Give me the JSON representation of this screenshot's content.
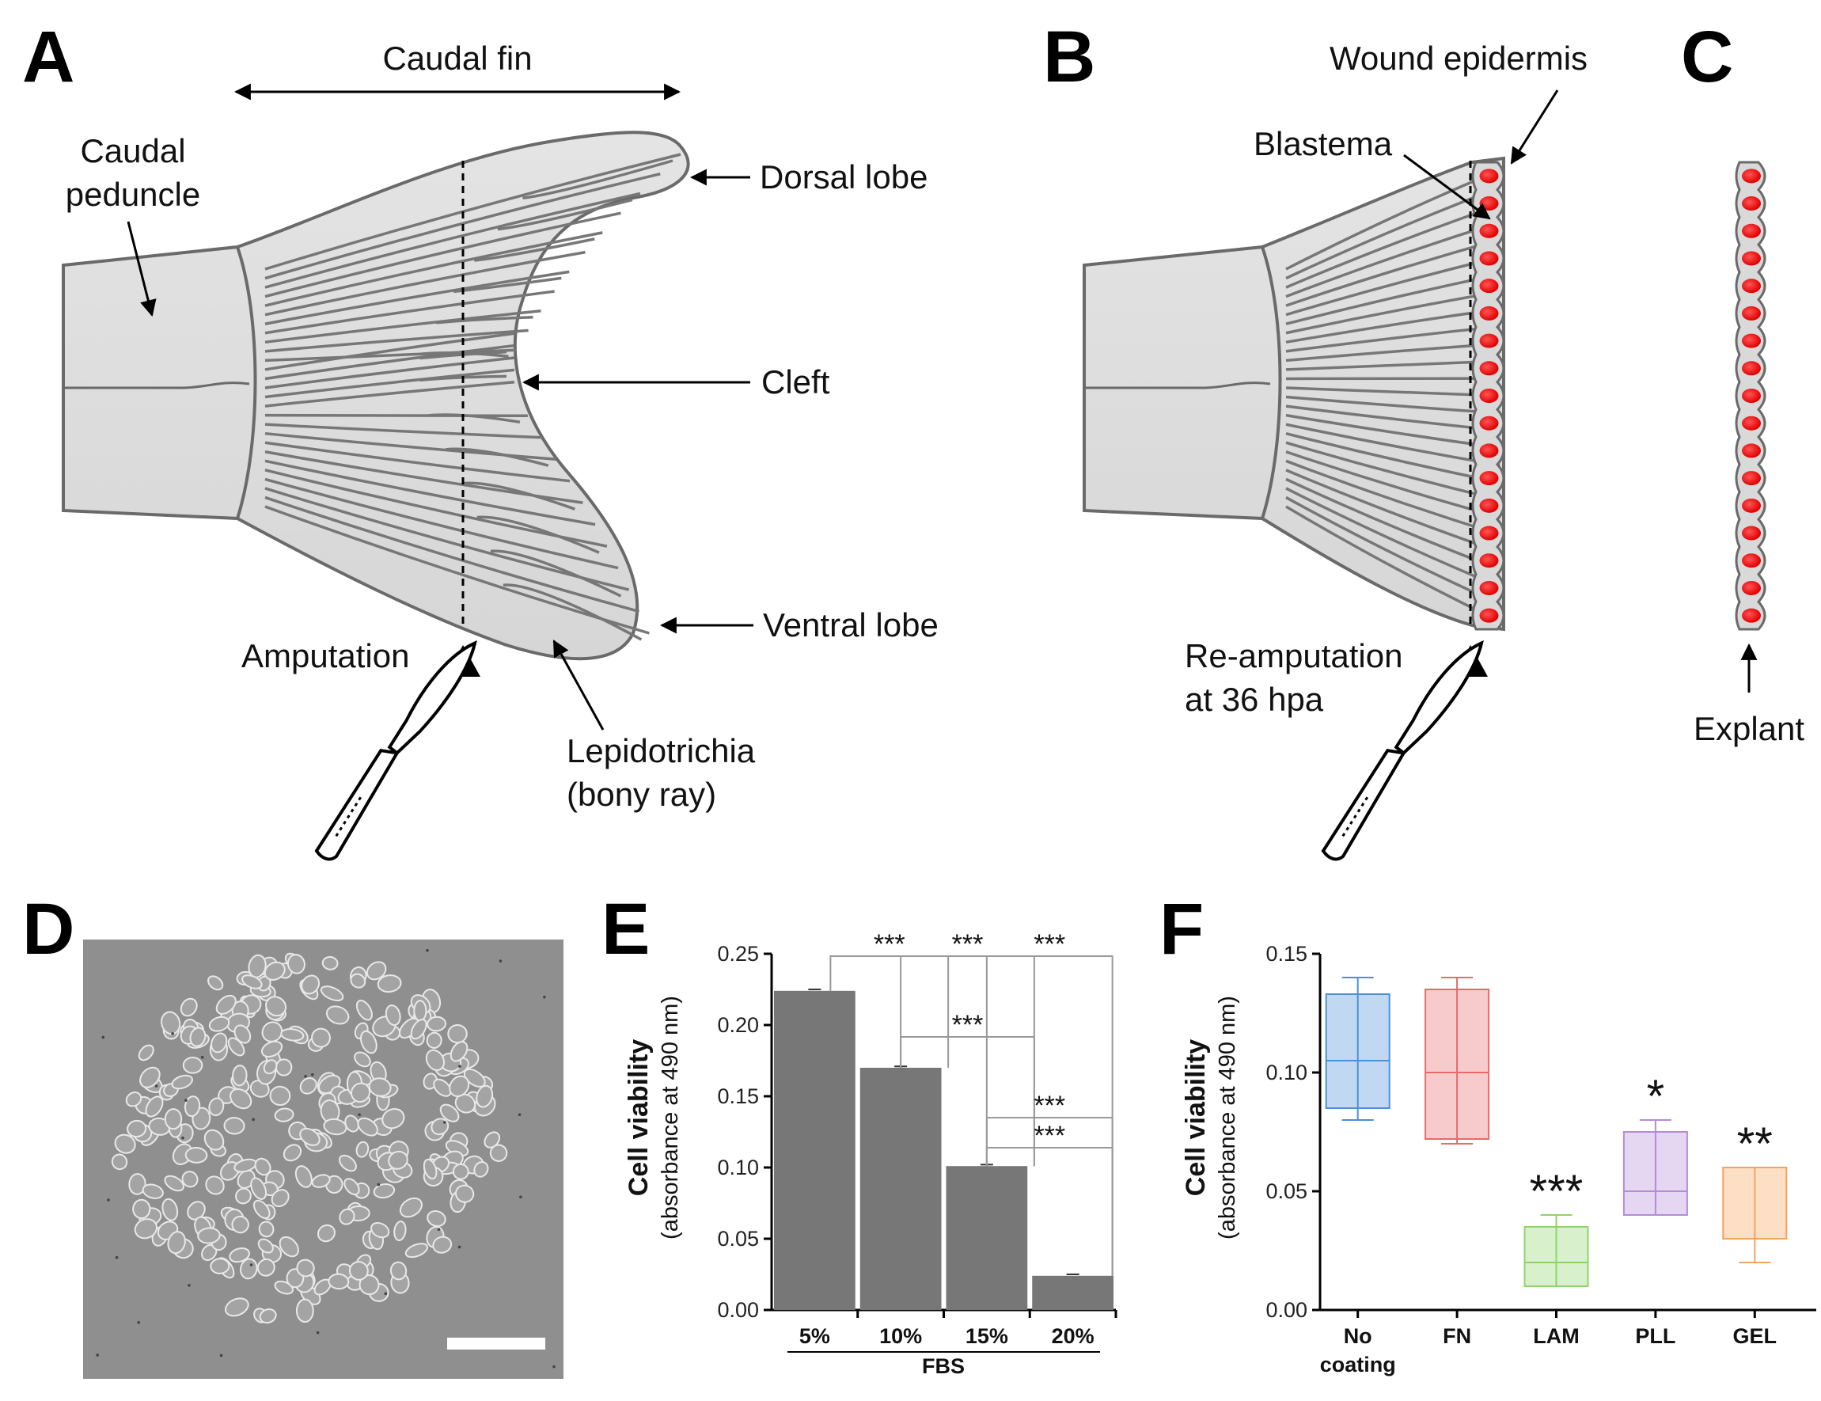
{
  "panels": {
    "A": {
      "letter": "A",
      "caudal_fin": "Caudal fin",
      "caudal_peduncle_1": "Caudal",
      "caudal_peduncle_2": "peduncle",
      "dorsal_lobe": "Dorsal lobe",
      "cleft": "Cleft",
      "ventral_lobe": "Ventral lobe",
      "amputation": "Amputation",
      "lepidotrichia_1": "Lepidotrichia",
      "lepidotrichia_2": "(bony ray)"
    },
    "B": {
      "letter": "B",
      "wound_epidermis": "Wound epidermis",
      "blastema": "Blastema",
      "reamputation_1": "Re-amputation",
      "reamputation_2": "at 36 hpa"
    },
    "C": {
      "letter": "C",
      "explant": "Explant"
    },
    "D": {
      "letter": "D"
    },
    "E": {
      "letter": "E",
      "ylabel_main": "Cell viability",
      "ylabel_sub": "(absorbance at 490 nm)",
      "xlabel": "FBS",
      "significance": "***"
    },
    "F": {
      "letter": "F",
      "ylabel_main": "Cell viability",
      "ylabel_sub": "(absorbance at 490 nm)",
      "category_no_1": "No",
      "category_no_2": "coating"
    }
  },
  "chart_data": [
    {
      "type": "bar",
      "panel": "E",
      "categories": [
        "5%",
        "10%",
        "15%",
        "20%"
      ],
      "values": [
        0.224,
        0.17,
        0.101,
        0.024
      ],
      "error": [
        0.001,
        0.001,
        0.001,
        0.001
      ],
      "ylim": [
        0,
        0.25
      ],
      "yticks": [
        "0.00",
        "0.05",
        "0.10",
        "0.15",
        "0.20",
        "0.25"
      ],
      "xlabel": "FBS",
      "ylabel": "Cell viability (absorbance at 490 nm)",
      "bar_color": "#777777",
      "significance_pairs": [
        {
          "from": 0,
          "to": 1,
          "label": "***"
        },
        {
          "from": 1,
          "to": 2,
          "label": "***"
        },
        {
          "from": 2,
          "to": 3,
          "label": "***"
        },
        {
          "from": 1,
          "to": 3,
          "label": "***"
        },
        {
          "from": 0,
          "to": 2,
          "label": "***"
        },
        {
          "from": 0,
          "to": 3,
          "label": "***"
        }
      ]
    },
    {
      "type": "box",
      "panel": "F",
      "categories": [
        "No coating",
        "FN",
        "LAM",
        "PLL",
        "GEL"
      ],
      "ylim": [
        0,
        0.15
      ],
      "yticks": [
        "0.00",
        "0.05",
        "0.10",
        "0.15"
      ],
      "ylabel": "Cell viability (absorbance at 490 nm)",
      "boxes": [
        {
          "label": "No coating",
          "min": 0.08,
          "q1": 0.085,
          "median": 0.105,
          "q3": 0.133,
          "max": 0.14,
          "color": "#4a90d9",
          "sig": ""
        },
        {
          "label": "FN",
          "min": 0.07,
          "q1": 0.072,
          "median": 0.1,
          "q3": 0.135,
          "max": 0.14,
          "color": "#e86a6a",
          "sig": ""
        },
        {
          "label": "LAM",
          "min": 0.01,
          "q1": 0.01,
          "median": 0.02,
          "q3": 0.035,
          "max": 0.04,
          "color": "#8fd46a",
          "sig": "***"
        },
        {
          "label": "PLL",
          "min": 0.04,
          "q1": 0.04,
          "median": 0.05,
          "q3": 0.075,
          "max": 0.08,
          "color": "#b58ad9",
          "sig": "*"
        },
        {
          "label": "GEL",
          "min": 0.02,
          "q1": 0.03,
          "median": 0.03,
          "q3": 0.06,
          "max": 0.06,
          "color": "#f5a25a",
          "sig": "**"
        }
      ]
    }
  ]
}
